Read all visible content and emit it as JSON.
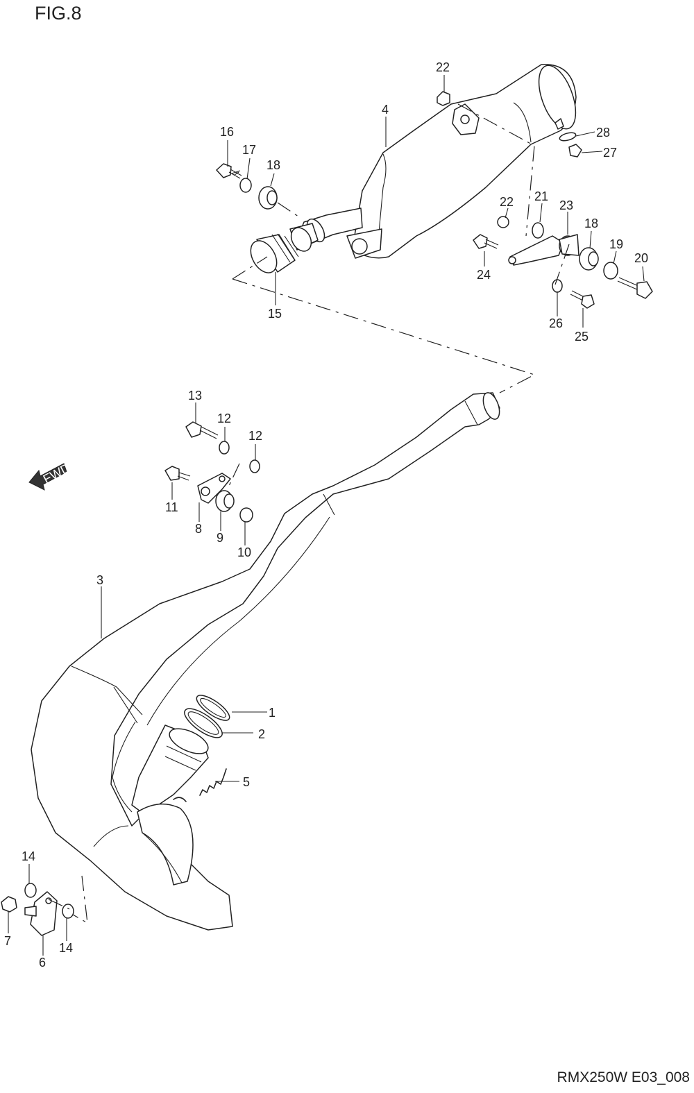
{
  "figure": {
    "title": "FIG.8",
    "code": "RMX250W E03_008"
  },
  "direction": {
    "label": "FWD"
  },
  "callouts": [
    "1",
    "2",
    "3",
    "4",
    "5",
    "6",
    "7",
    "8",
    "9",
    "10",
    "11",
    "12",
    "12",
    "13",
    "14",
    "14",
    "15",
    "16",
    "17",
    "18",
    "18",
    "19",
    "20",
    "21",
    "22",
    "22",
    "23",
    "24",
    "25",
    "26",
    "27",
    "28"
  ]
}
